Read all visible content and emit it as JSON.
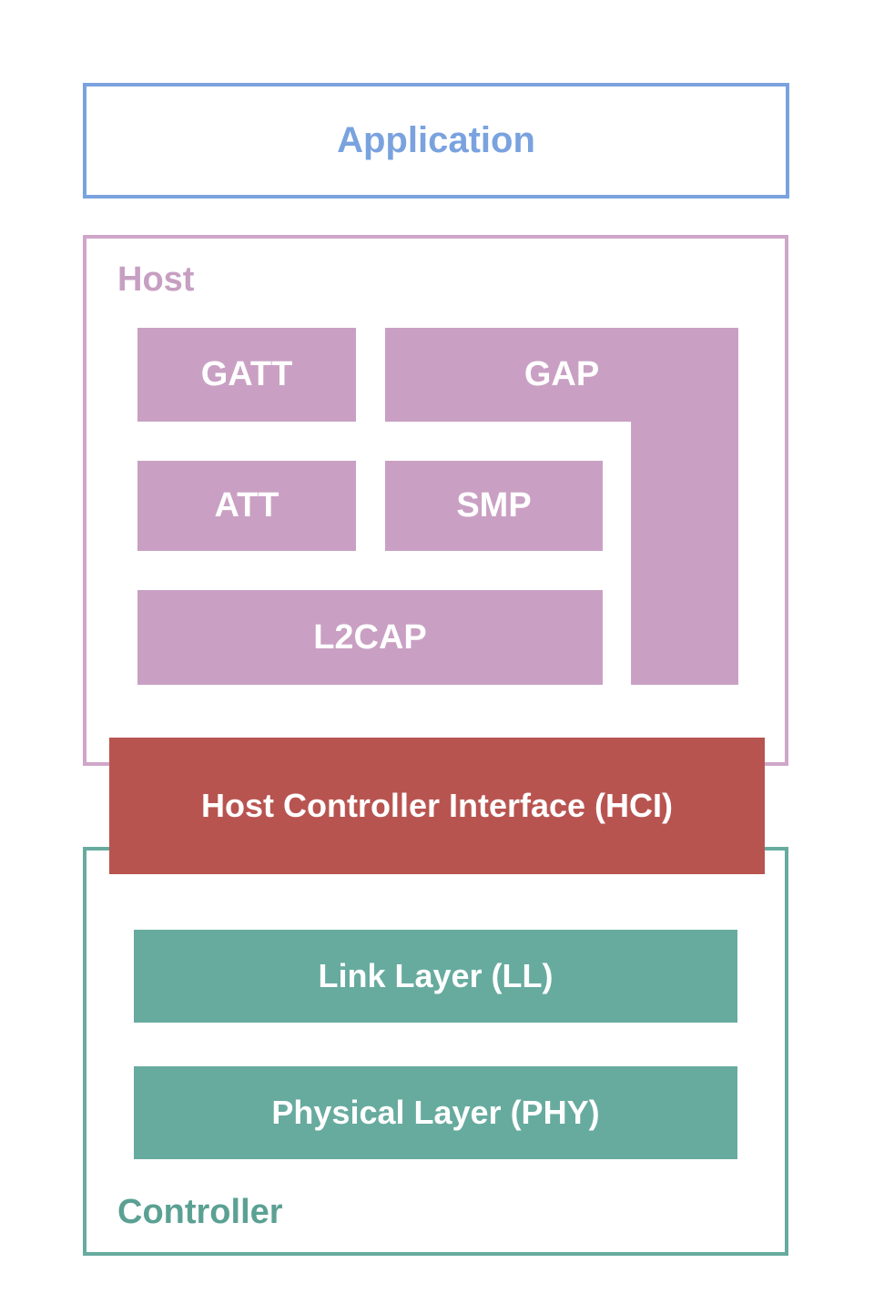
{
  "application": {
    "label": "Application"
  },
  "host": {
    "label": "Host",
    "blocks": {
      "gatt": "GATT",
      "gap": "GAP",
      "att": "ATT",
      "smp": "SMP",
      "l2cap": "L2CAP"
    }
  },
  "hci": {
    "label": "Host Controller Interface (HCI)"
  },
  "controller": {
    "label": "Controller",
    "blocks": {
      "link_layer": "Link Layer (LL)",
      "physical_layer": "Physical Layer (PHY)"
    }
  },
  "colors": {
    "application_blue": "#7aa2de",
    "host_mauve_fill": "#c9a0c3",
    "host_mauve_border": "#cfa6c9",
    "hci_red": "#b85450",
    "controller_teal": "#67ab9f",
    "block_text": "#ffffff",
    "background": "#ffffff"
  }
}
